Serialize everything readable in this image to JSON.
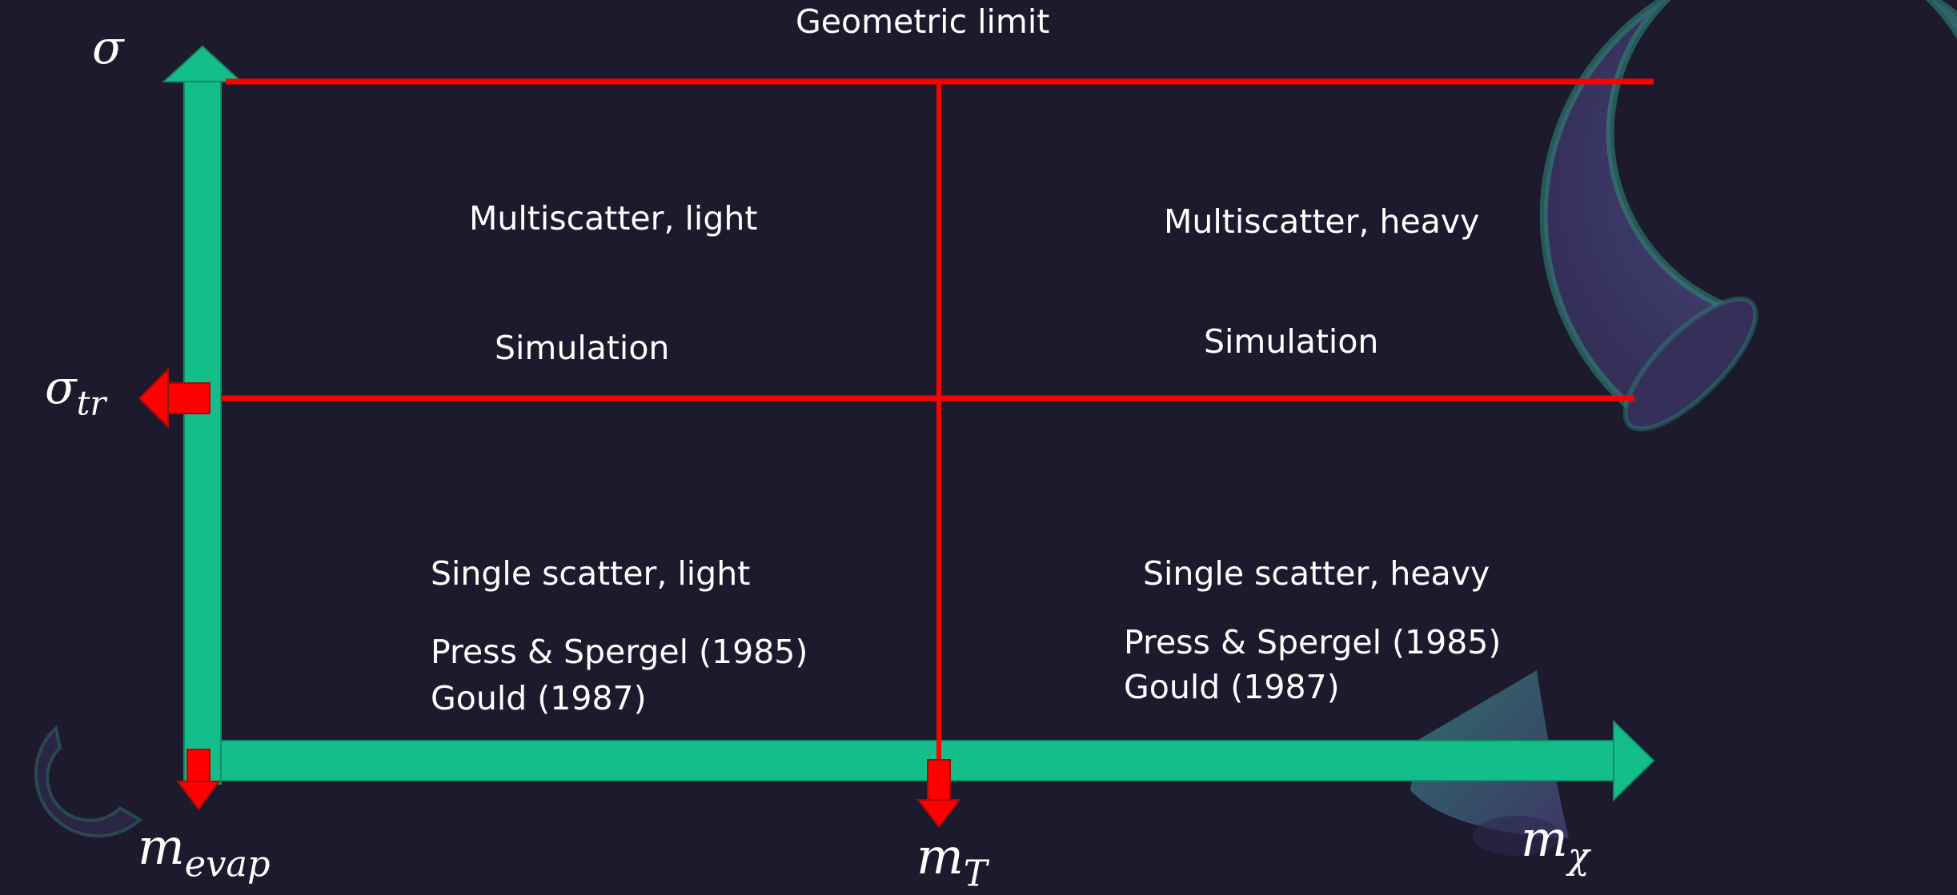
{
  "regions": {
    "geometric_limit": "Geometric limit",
    "multiscatter_light": "Multiscatter, light",
    "simulation_light": "Simulation",
    "multiscatter_heavy": "Multiscatter, heavy",
    "simulation_heavy": "Simulation",
    "single_scatter_light": "Single scatter, light",
    "refs_light_1": "Press & Spergel (1985)",
    "refs_light_2": "Gould (1987)",
    "single_scatter_heavy": "Single scatter, heavy",
    "refs_heavy_1": "Press & Spergel (1985)",
    "refs_heavy_2": "Gould (1987)"
  },
  "axes": {
    "y_symbol": "σ",
    "sigma_tr_base": "σ",
    "sigma_tr_sub": "tr",
    "m_evap_base": "m",
    "m_evap_sub": "evap",
    "m_T_base": "m",
    "m_T_sub": "T",
    "m_chi_base": "m",
    "m_chi_sub": "χ"
  },
  "colors": {
    "background": "#1c1a2c",
    "axis_green": "#14be8a",
    "boundary_red": "#ff0000",
    "text": "#ffffff",
    "decor_purple": "#3e3a66",
    "decor_glow": "#2f8f7c"
  }
}
